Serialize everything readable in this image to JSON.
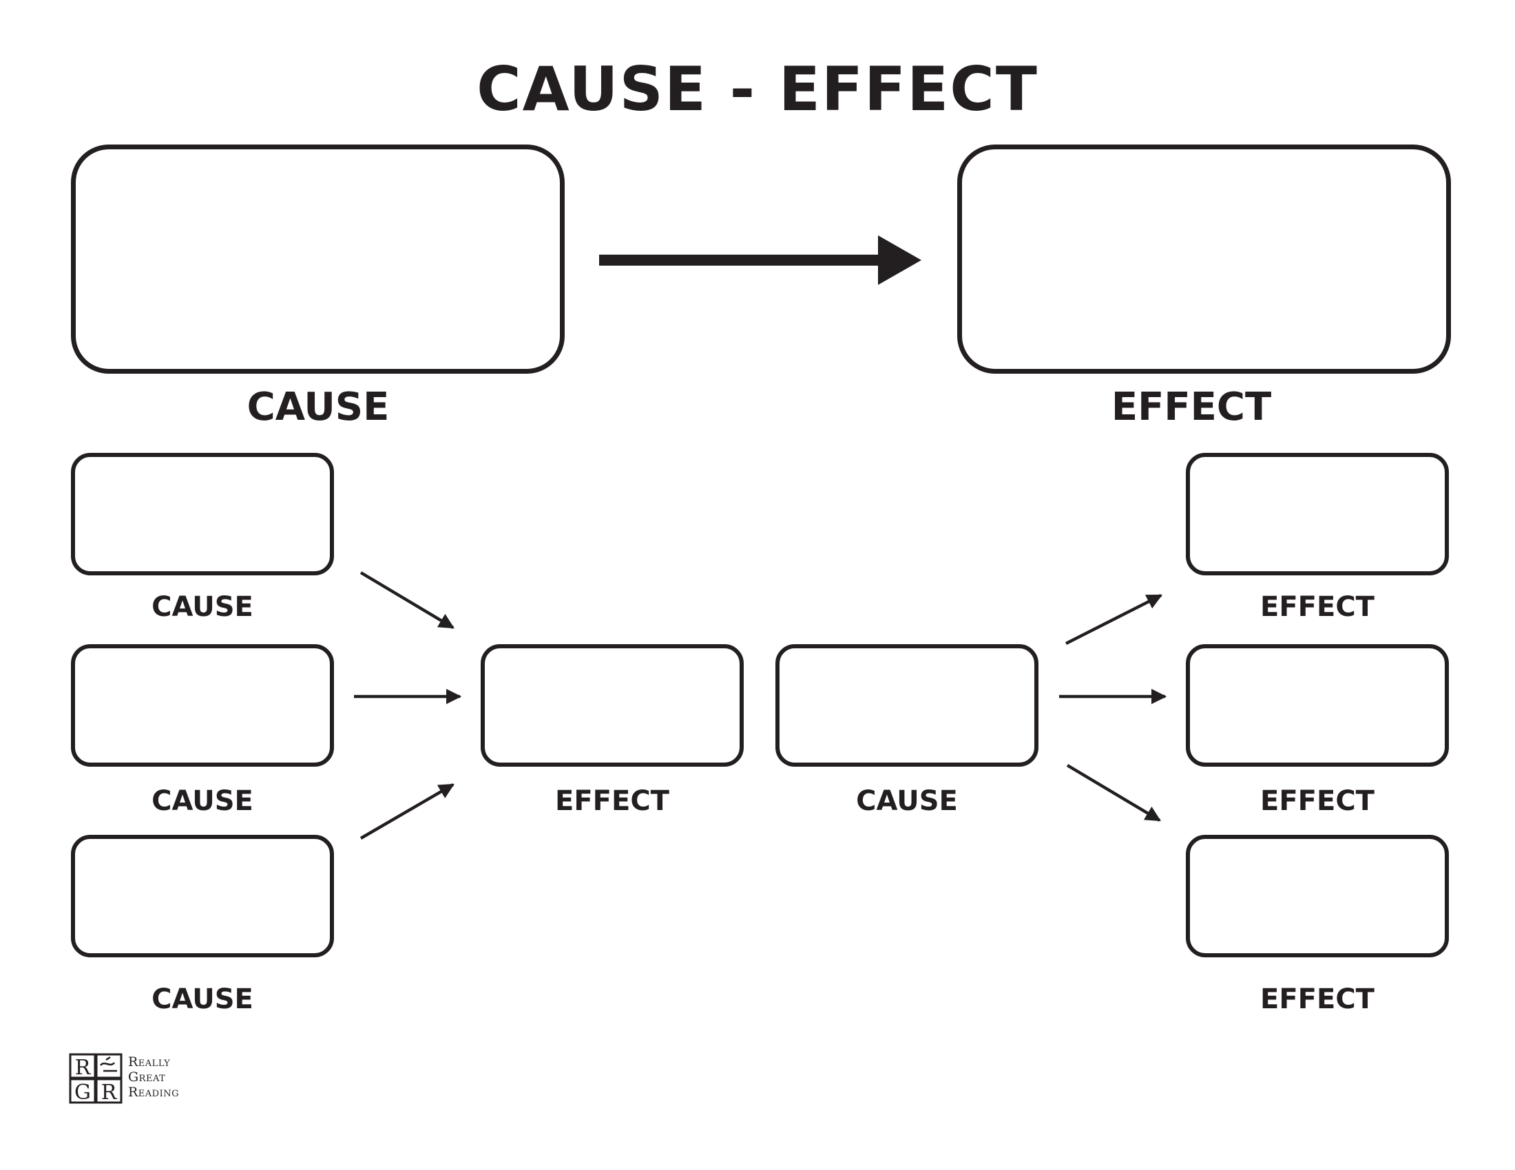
{
  "title": "CAUSE - EFFECT",
  "top_row": {
    "cause_label": "CAUSE",
    "effect_label": "EFFECT"
  },
  "left_group": {
    "cause_labels": [
      "CAUSE",
      "CAUSE",
      "CAUSE"
    ],
    "effect_label": "EFFECT"
  },
  "right_group": {
    "cause_label": "CAUSE",
    "effect_labels": [
      "EFFECT",
      "EFFECT",
      "EFFECT"
    ]
  },
  "logo": {
    "mark_letters": [
      "R",
      "G",
      "R"
    ],
    "lines": [
      "Really",
      "Great",
      "Reading"
    ]
  },
  "colors": {
    "ink": "#231f20",
    "background": "#ffffff"
  }
}
